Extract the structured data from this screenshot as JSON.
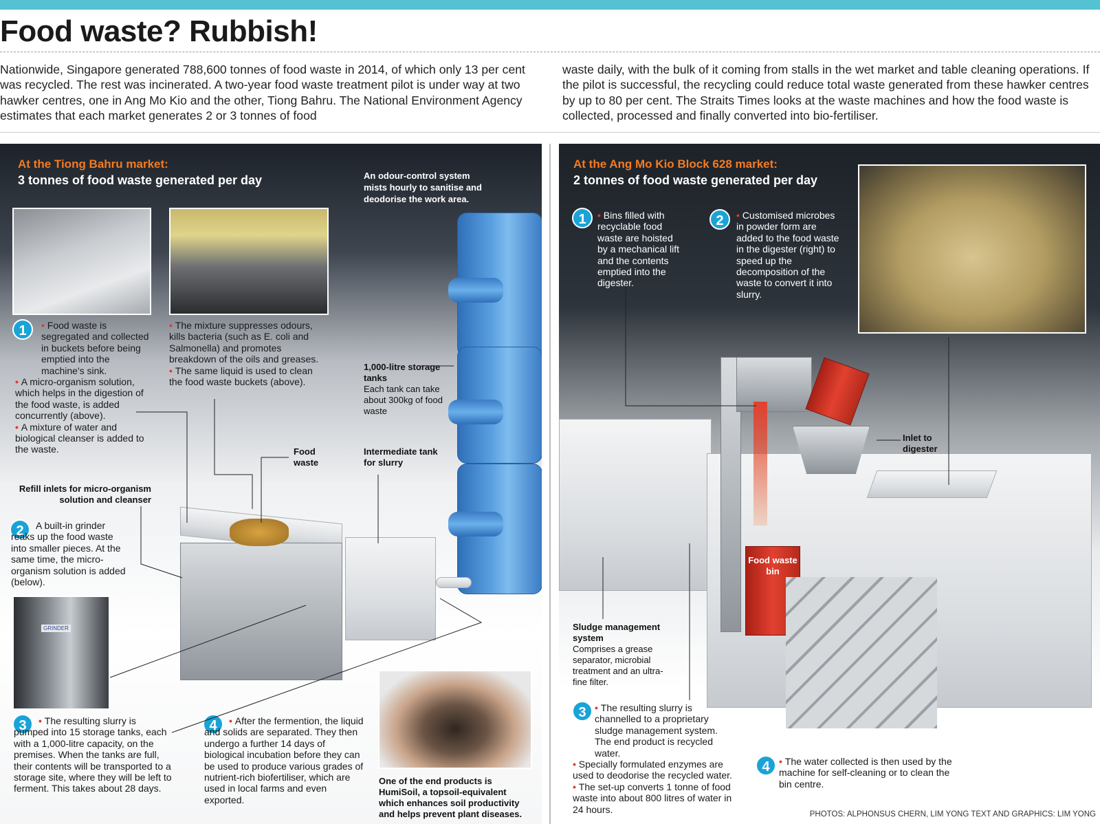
{
  "header": {
    "title": "Food waste? Rubbish!",
    "intro_left": "Nationwide, Singapore generated 788,600 tonnes of food waste in 2014, of which only 13 per cent was recycled. The rest was incinerated. A two-year food waste treatment pilot is under way at two hawker centres, one in Ang Mo Kio and the other, Tiong Bahru. The National Environment Agency estimates that each market generates 2 or 3 tonnes of food",
    "intro_right": "waste daily, with the bulk of it coming from stalls in the wet market and table cleaning operations. If the pilot is successful, the recycling could reduce total waste generated from these hawker centres by up to 80 per cent. The Straits Times looks at the waste machines and how the food waste is collected, processed and finally converted into bio-fertiliser."
  },
  "colors": {
    "top_bar": "#55c2d4",
    "heading_orange": "#f47b20",
    "step_blue": "#1aa3d6",
    "bullet_red": "#e03a2a"
  },
  "left_panel": {
    "heading": "At the Tiong Bahru market:",
    "subheading": "3 tonnes of food waste generated per day",
    "mist_note": "An odour-control system mists hourly to sanitise and deodorise the work area.",
    "step1": {
      "number": "1",
      "bullets": [
        "Food waste is segregated and collected in buckets before being emptied into the machine's sink.",
        "A micro-organism solution, which helps in the digestion of the food waste, is added concurrently (above).",
        "A mixture of water and biological cleanser is added to the waste."
      ]
    },
    "step1b_bullets": [
      "The mixture suppresses odours, kills bacteria (such as E. coli and Salmonella) and promotes breakdown of the oils and greases.",
      "The same liquid is used to clean the food waste buckets (above)."
    ],
    "labels": {
      "tanks_title": "1,000-litre storage tanks",
      "tanks_desc": "Each tank can take about 300kg of food waste",
      "food_waste": "Food waste",
      "intermediate_tank": "Intermediate tank for slurry",
      "refill_inlets": "Refill inlets for micro-organism solution and cleanser"
    },
    "step2": {
      "number": "2",
      "text": "A built-in grinder reaks up the food waste into smaller pieces. At the same time, the micro-organism solution is added (below)."
    },
    "step3": {
      "number": "3",
      "text": "The resulting slurry is pumped into 15 storage tanks, each with a 1,000-litre capacity, on the premises. When the tanks are full, their contents will be transported to a storage site, where they will be left to ferment. This takes about 28 days."
    },
    "step4": {
      "number": "4",
      "text": "After the fermention, the liquid and solids are separated. They then undergo a further 14 days of biological incubation before they can be used to produce various grades of nutrient-rich biofertiliser, which are used in local farms and even exported."
    },
    "soil_caption": "One of the end products is HumiSoil, a topsoil-equivalent which enhances soil productivity and helps prevent plant diseases.",
    "photo_badge": "GRINDER"
  },
  "right_panel": {
    "heading": "At the Ang Mo Kio Block 628 market:",
    "subheading": "2 tonnes of food waste generated per day",
    "step1": {
      "number": "1",
      "text": "Bins filled with recyclable food waste are hoisted by a mechanical lift and the contents emptied into the digester."
    },
    "step2": {
      "number": "2",
      "text": "Customised microbes in powder form are added to the food waste in the digester (right) to speed up the decomposition of the waste to convert it into slurry."
    },
    "labels": {
      "inlet": "Inlet to digester",
      "bin": "Food waste bin",
      "sludge_title": "Sludge management system",
      "sludge_desc": "Comprises a grease separator, microbial treatment and an ultra-fine filter."
    },
    "step3": {
      "number": "3",
      "bullets": [
        "The resulting slurry is channelled to a proprietary sludge management system. The end product is recycled water.",
        "Specially formulated enzymes are used to deodorise the recycled water.",
        "The set-up converts 1 tonne of food waste into about 800 litres of water in 24 hours."
      ]
    },
    "step4": {
      "number": "4",
      "text": "The water collected is then used by the machine for self-cleaning or to clean the bin centre."
    }
  },
  "credits": "PHOTOS: ALPHONSUS CHERN, LIM YONG    TEXT AND GRAPHICS: LIM YONG",
  "icons": [
    "sink-photo",
    "staff-photo",
    "grinder-photo",
    "soil-photo",
    "digester-photo",
    "blue-tank-icon",
    "lift-arrow-icon",
    "stairs-icon"
  ]
}
